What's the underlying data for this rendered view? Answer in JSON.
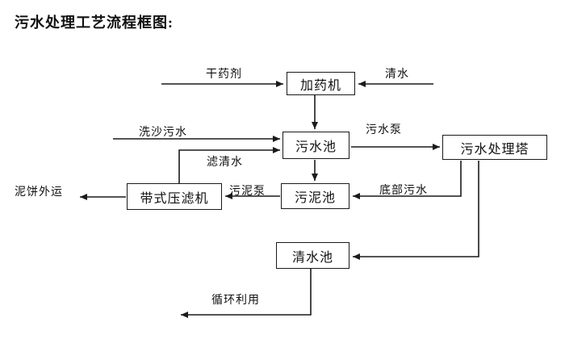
{
  "title": "污水处理工艺流程框图:",
  "nodes": {
    "dosing_machine": "加药机",
    "sewage_pool": "污水池",
    "treatment_tower": "污水处理塔",
    "sludge_pool": "污泥池",
    "belt_filter_press": "带式压滤机",
    "clean_water_pool": "清水池"
  },
  "flow_labels": {
    "dry_chemical": "干药剂",
    "clean_water": "清水",
    "sand_wash_sewage": "洗沙污水",
    "filtered_water": "滤清水",
    "sewage_pump": "污水泵",
    "bottom_sewage": "底部污水",
    "sludge_pump": "污泥泵",
    "mud_cake_out": "泥饼外运",
    "recycle_use": "循环利用"
  },
  "colors": {
    "line": "#1a1a1a",
    "background": "#ffffff",
    "text": "#111111"
  }
}
